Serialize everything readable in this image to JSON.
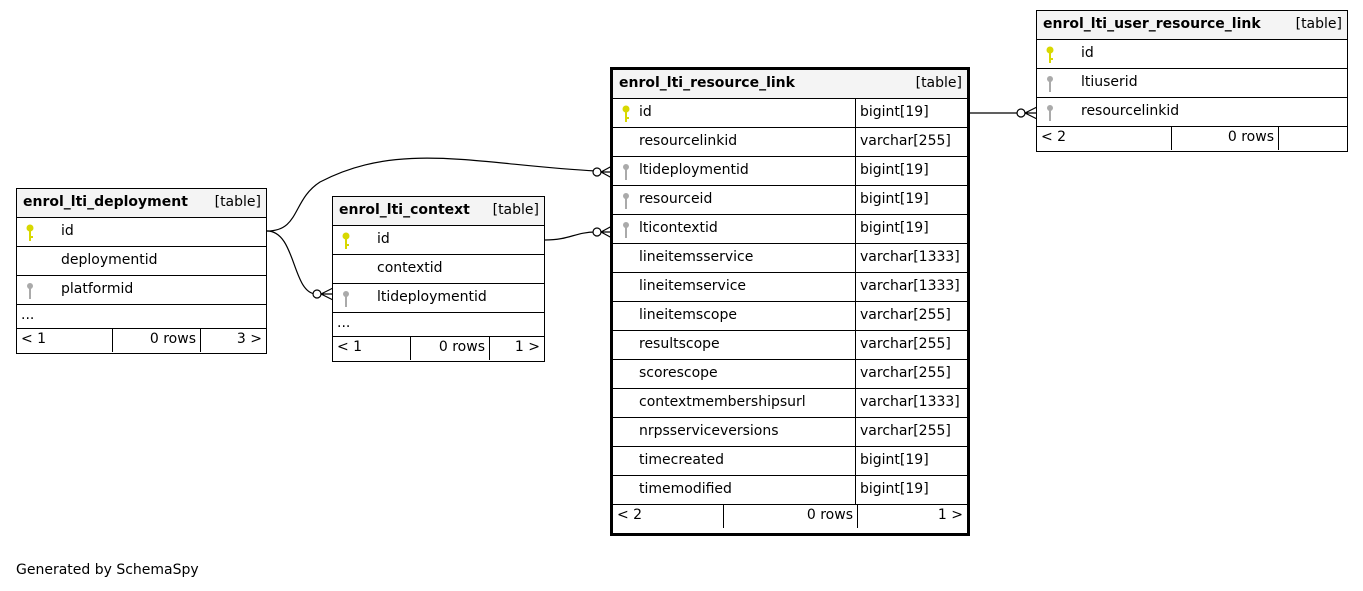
{
  "tables": {
    "deployment": {
      "name": "enrol_lti_deployment",
      "kind": "[table]",
      "columns": [
        {
          "name": "id",
          "key": "primary"
        },
        {
          "name": "deploymentid",
          "key": "none"
        },
        {
          "name": "platformid",
          "key": "foreign"
        }
      ],
      "more": "...",
      "footer": {
        "prev": "< 1",
        "rows": "0 rows",
        "next": "3 >"
      }
    },
    "context": {
      "name": "enrol_lti_context",
      "kind": "[table]",
      "columns": [
        {
          "name": "id",
          "key": "primary"
        },
        {
          "name": "contextid",
          "key": "none"
        },
        {
          "name": "ltideploymentid",
          "key": "foreign"
        }
      ],
      "more": "...",
      "footer": {
        "prev": "< 1",
        "rows": "0 rows",
        "next": "1 >"
      }
    },
    "resource_link": {
      "name": "enrol_lti_resource_link",
      "kind": "[table]",
      "columns": [
        {
          "name": "id",
          "type": "bigint[19]",
          "key": "primary"
        },
        {
          "name": "resourcelinkid",
          "type": "varchar[255]",
          "key": "none"
        },
        {
          "name": "ltideploymentid",
          "type": "bigint[19]",
          "key": "foreign"
        },
        {
          "name": "resourceid",
          "type": "bigint[19]",
          "key": "foreign"
        },
        {
          "name": "lticontextid",
          "type": "bigint[19]",
          "key": "foreign"
        },
        {
          "name": "lineitemsservice",
          "type": "varchar[1333]",
          "key": "none"
        },
        {
          "name": "lineitemservice",
          "type": "varchar[1333]",
          "key": "none"
        },
        {
          "name": "lineitemscope",
          "type": "varchar[255]",
          "key": "none"
        },
        {
          "name": "resultscope",
          "type": "varchar[255]",
          "key": "none"
        },
        {
          "name": "scorescope",
          "type": "varchar[255]",
          "key": "none"
        },
        {
          "name": "contextmembershipsurl",
          "type": "varchar[1333]",
          "key": "none"
        },
        {
          "name": "nrpsserviceversions",
          "type": "varchar[255]",
          "key": "none"
        },
        {
          "name": "timecreated",
          "type": "bigint[19]",
          "key": "none"
        },
        {
          "name": "timemodified",
          "type": "bigint[19]",
          "key": "none"
        }
      ],
      "footer": {
        "prev": "< 2",
        "rows": "0 rows",
        "next": "1 >"
      }
    },
    "user_resource_link": {
      "name": "enrol_lti_user_resource_link",
      "kind": "[table]",
      "columns": [
        {
          "name": "id",
          "key": "primary"
        },
        {
          "name": "ltiuserid",
          "key": "foreign"
        },
        {
          "name": "resourcelinkid",
          "key": "foreign"
        }
      ],
      "footer": {
        "prev": "< 2",
        "rows": "0 rows",
        "next": ""
      }
    }
  },
  "colors": {
    "primary_key": "#d8d800",
    "foreign_key": "#aaaaaa",
    "header_bg": "#f4f4f4"
  },
  "footer_text": "Generated by SchemaSpy"
}
